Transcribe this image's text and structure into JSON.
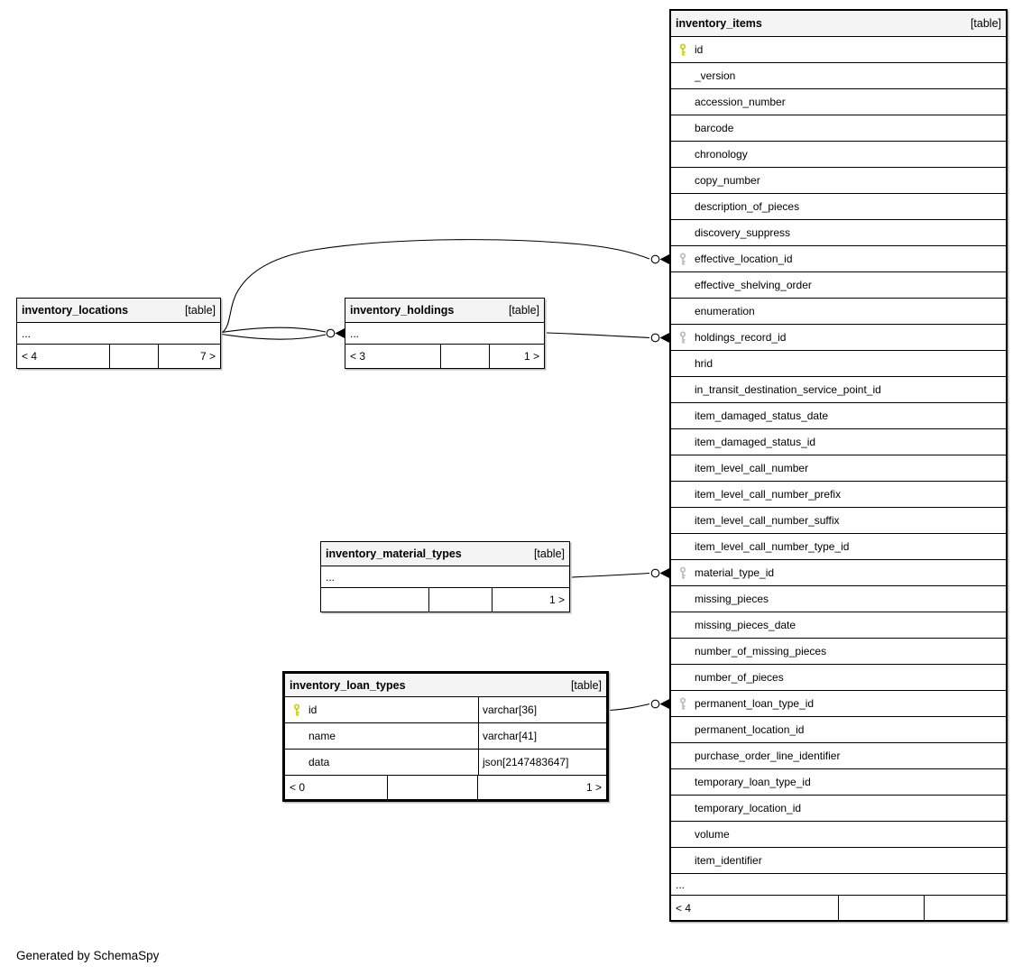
{
  "generator_note": "Generated by SchemaSpy",
  "colors": {
    "pk_key": "#d0d000",
    "fk_key": "#bdbdbd",
    "header_bg": "#f4f4f4",
    "line": "#000000"
  },
  "tables": [
    {
      "id": "inventory_items",
      "name": "inventory_items",
      "tag": "[table]",
      "columns": [
        {
          "name": "id",
          "key": "pk"
        },
        {
          "name": "_version"
        },
        {
          "name": "accession_number"
        },
        {
          "name": "barcode"
        },
        {
          "name": "chronology"
        },
        {
          "name": "copy_number"
        },
        {
          "name": "description_of_pieces"
        },
        {
          "name": "discovery_suppress"
        },
        {
          "name": "effective_location_id",
          "key": "fk"
        },
        {
          "name": "effective_shelving_order"
        },
        {
          "name": "enumeration"
        },
        {
          "name": "holdings_record_id",
          "key": "fk"
        },
        {
          "name": "hrid"
        },
        {
          "name": "in_transit_destination_service_point_id"
        },
        {
          "name": "item_damaged_status_date"
        },
        {
          "name": "item_damaged_status_id"
        },
        {
          "name": "item_level_call_number"
        },
        {
          "name": "item_level_call_number_prefix"
        },
        {
          "name": "item_level_call_number_suffix"
        },
        {
          "name": "item_level_call_number_type_id"
        },
        {
          "name": "material_type_id",
          "key": "fk"
        },
        {
          "name": "missing_pieces"
        },
        {
          "name": "missing_pieces_date"
        },
        {
          "name": "number_of_missing_pieces"
        },
        {
          "name": "number_of_pieces"
        },
        {
          "name": "permanent_loan_type_id",
          "key": "fk"
        },
        {
          "name": "permanent_location_id"
        },
        {
          "name": "purchase_order_line_identifier"
        },
        {
          "name": "temporary_loan_type_id"
        },
        {
          "name": "temporary_location_id"
        },
        {
          "name": "volume"
        },
        {
          "name": "item_identifier"
        }
      ],
      "ellipsis": "...",
      "footer": [
        "< 4",
        "",
        ""
      ]
    },
    {
      "id": "inventory_locations",
      "name": "inventory_locations",
      "tag": "[table]",
      "columns": [],
      "ellipsis": "...",
      "footer": [
        "< 4",
        "",
        "7 >"
      ]
    },
    {
      "id": "inventory_holdings",
      "name": "inventory_holdings",
      "tag": "[table]",
      "columns": [],
      "ellipsis": "...",
      "footer": [
        "< 3",
        "",
        "1 >"
      ]
    },
    {
      "id": "inventory_material_types",
      "name": "inventory_material_types",
      "tag": "[table]",
      "columns": [],
      "ellipsis": "...",
      "footer": [
        "",
        "",
        "1 >"
      ]
    },
    {
      "id": "inventory_loan_types",
      "name": "inventory_loan_types",
      "tag": "[table]",
      "columns": [
        {
          "name": "id",
          "key": "pk",
          "type": "varchar[36]"
        },
        {
          "name": "name",
          "type": "varchar[41]"
        },
        {
          "name": "data",
          "type": "json[2147483647]"
        }
      ],
      "ellipsis": null,
      "footer": [
        "< 0",
        "",
        "1 >"
      ]
    }
  ],
  "relationships": [
    {
      "from": "inventory_locations",
      "to": "inventory_items.effective_location_id"
    },
    {
      "from": "inventory_locations",
      "to": "inventory_holdings"
    },
    {
      "from": "inventory_holdings",
      "to": "inventory_items.holdings_record_id"
    },
    {
      "from": "inventory_material_types",
      "to": "inventory_items.material_type_id"
    },
    {
      "from": "inventory_loan_types.id",
      "to": "inventory_items.permanent_loan_type_id"
    }
  ]
}
